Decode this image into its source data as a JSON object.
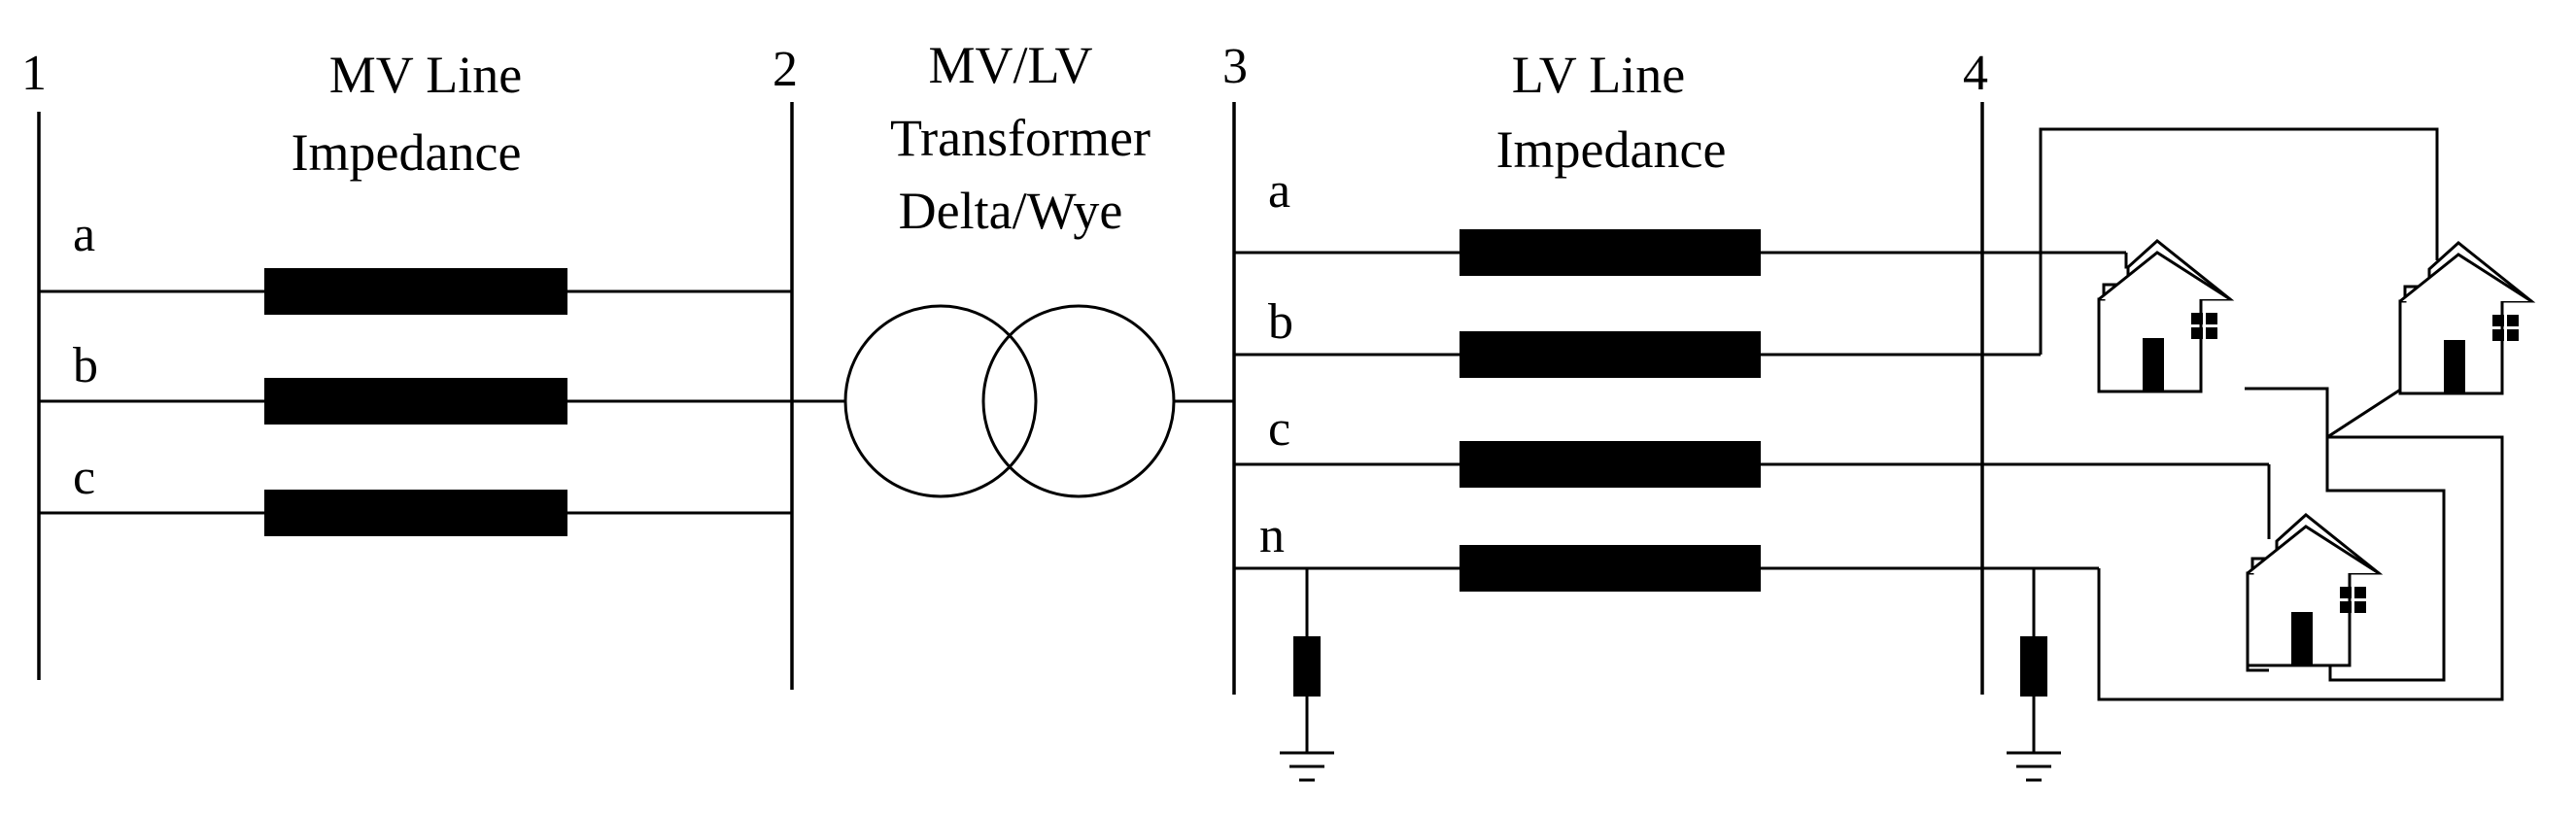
{
  "buses": [
    {
      "id": "1",
      "label": "1"
    },
    {
      "id": "2",
      "label": "2"
    },
    {
      "id": "3",
      "label": "3"
    },
    {
      "id": "4",
      "label": "4"
    }
  ],
  "titles": {
    "mv_line": [
      "MV Line",
      "Impedance"
    ],
    "transformer": [
      "MV/LV",
      "Transformer",
      "Delta/Wye"
    ],
    "lv_line": [
      "LV Line",
      "Impedance"
    ]
  },
  "mv_phases": [
    {
      "phase": "a",
      "label": "a"
    },
    {
      "phase": "b",
      "label": "b"
    },
    {
      "phase": "c",
      "label": "c"
    }
  ],
  "lv_phases": [
    {
      "phase": "a",
      "label": "a"
    },
    {
      "phase": "b",
      "label": "b"
    },
    {
      "phase": "c",
      "label": "c"
    },
    {
      "phase": "n",
      "label": "n"
    }
  ],
  "loads": [
    {
      "id": "house-1",
      "icon": "house-icon"
    },
    {
      "id": "house-2",
      "icon": "house-icon"
    },
    {
      "id": "house-3",
      "icon": "house-icon"
    }
  ],
  "grounds": [
    {
      "id": "ground-bus-3",
      "icon": "ground-icon"
    },
    {
      "id": "ground-bus-4",
      "icon": "ground-icon"
    }
  ]
}
